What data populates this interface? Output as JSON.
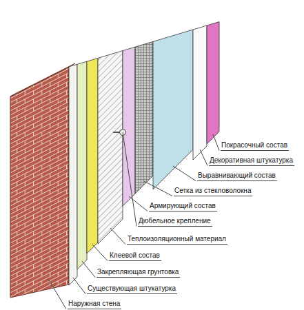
{
  "diagram": {
    "labels": [
      "Покрасочный состав",
      "Декоративная штукатурка",
      "Выравнивающий состав",
      "Сетка из стекловолокна",
      "Армирующий состав",
      "Дюбельное крепление",
      "Теплоизоляционный материал",
      "Клеевой состав",
      "Закрепляющая грунтовка",
      "Существующая штукатурка",
      "Наружная стена"
    ]
  }
}
